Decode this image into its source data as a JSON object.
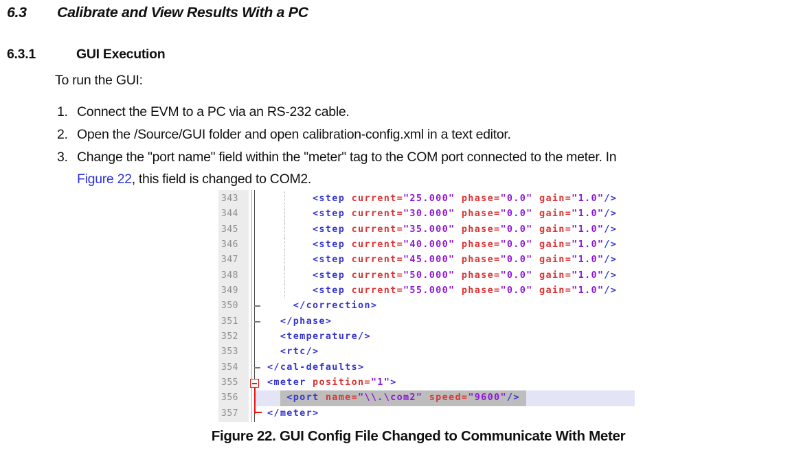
{
  "section": {
    "number": "6.3",
    "title": "Calibrate and View Results With a PC"
  },
  "subsection": {
    "number": "6.3.1",
    "title": "GUI Execution"
  },
  "intro": "To run the GUI:",
  "steps": [
    {
      "marker": "1.",
      "text": "Connect the EVM to a PC via an RS-232 cable."
    },
    {
      "marker": "2.",
      "text": "Open the /Source/GUI folder and open calibration-config.xml in a text editor."
    },
    {
      "marker": "3.",
      "line1": "Change the \"port name\" field within the \"meter\" tag to the COM port connected to the meter. In",
      "link": "Figure 22",
      "line2_after_link": ", this field is changed to COM2."
    }
  ],
  "caption": "Figure 22. GUI Config File Changed to Communicate With Meter",
  "editor": {
    "colors": {
      "tag": "#3535cf",
      "attr": "#dd3333",
      "val": "#8d17d6",
      "num": "#8f8f8f",
      "gutter": "#ececec",
      "cur": "#e4e4f7",
      "sel": "#bdbdbd",
      "red": "#ee1111",
      "tick": "#777777",
      "guide": "#b5b5b5",
      "bl": "#adadad",
      "bd": "#4f4f4f"
    },
    "lines": [
      {
        "n": "343",
        "i": 7,
        "guide": true,
        "t": [
          [
            "g",
            "<step"
          ],
          [
            "p",
            " "
          ],
          [
            "a",
            "current="
          ],
          [
            "v",
            "\"25.000\""
          ],
          [
            "p",
            " "
          ],
          [
            "a",
            "phase="
          ],
          [
            "v",
            "\"0.0\""
          ],
          [
            "p",
            " "
          ],
          [
            "a",
            "gain="
          ],
          [
            "v",
            "\"1.0\""
          ],
          [
            "g",
            "/>"
          ]
        ]
      },
      {
        "n": "344",
        "i": 7,
        "guide": true,
        "t": [
          [
            "g",
            "<step"
          ],
          [
            "p",
            " "
          ],
          [
            "a",
            "current="
          ],
          [
            "v",
            "\"30.000\""
          ],
          [
            "p",
            " "
          ],
          [
            "a",
            "phase="
          ],
          [
            "v",
            "\"0.0\""
          ],
          [
            "p",
            " "
          ],
          [
            "a",
            "gain="
          ],
          [
            "v",
            "\"1.0\""
          ],
          [
            "g",
            "/>"
          ]
        ]
      },
      {
        "n": "345",
        "i": 7,
        "guide": true,
        "t": [
          [
            "g",
            "<step"
          ],
          [
            "p",
            " "
          ],
          [
            "a",
            "current="
          ],
          [
            "v",
            "\"35.000\""
          ],
          [
            "p",
            " "
          ],
          [
            "a",
            "phase="
          ],
          [
            "v",
            "\"0.0\""
          ],
          [
            "p",
            " "
          ],
          [
            "a",
            "gain="
          ],
          [
            "v",
            "\"1.0\""
          ],
          [
            "g",
            "/>"
          ]
        ]
      },
      {
        "n": "346",
        "i": 7,
        "guide": true,
        "t": [
          [
            "g",
            "<step"
          ],
          [
            "p",
            " "
          ],
          [
            "a",
            "current="
          ],
          [
            "v",
            "\"40.000\""
          ],
          [
            "p",
            " "
          ],
          [
            "a",
            "phase="
          ],
          [
            "v",
            "\"0.0\""
          ],
          [
            "p",
            " "
          ],
          [
            "a",
            "gain="
          ],
          [
            "v",
            "\"1.0\""
          ],
          [
            "g",
            "/>"
          ]
        ]
      },
      {
        "n": "347",
        "i": 7,
        "guide": true,
        "t": [
          [
            "g",
            "<step"
          ],
          [
            "p",
            " "
          ],
          [
            "a",
            "current="
          ],
          [
            "v",
            "\"45.000\""
          ],
          [
            "p",
            " "
          ],
          [
            "a",
            "phase="
          ],
          [
            "v",
            "\"0.0\""
          ],
          [
            "p",
            " "
          ],
          [
            "a",
            "gain="
          ],
          [
            "v",
            "\"1.0\""
          ],
          [
            "g",
            "/>"
          ]
        ]
      },
      {
        "n": "348",
        "i": 7,
        "guide": true,
        "t": [
          [
            "g",
            "<step"
          ],
          [
            "p",
            " "
          ],
          [
            "a",
            "current="
          ],
          [
            "v",
            "\"50.000\""
          ],
          [
            "p",
            " "
          ],
          [
            "a",
            "phase="
          ],
          [
            "v",
            "\"0.0\""
          ],
          [
            "p",
            " "
          ],
          [
            "a",
            "gain="
          ],
          [
            "v",
            "\"1.0\""
          ],
          [
            "g",
            "/>"
          ]
        ]
      },
      {
        "n": "349",
        "i": 7,
        "guide": true,
        "t": [
          [
            "g",
            "<step"
          ],
          [
            "p",
            " "
          ],
          [
            "a",
            "current="
          ],
          [
            "v",
            "\"55.000\""
          ],
          [
            "p",
            " "
          ],
          [
            "a",
            "phase="
          ],
          [
            "v",
            "\"0.0\""
          ],
          [
            "p",
            " "
          ],
          [
            "a",
            "gain="
          ],
          [
            "v",
            "\"1.0\""
          ],
          [
            "g",
            "/>"
          ]
        ]
      },
      {
        "n": "350",
        "i": 4,
        "m": "tick",
        "t": [
          [
            "g",
            "</correction>"
          ]
        ]
      },
      {
        "n": "351",
        "i": 2,
        "m": "tick",
        "t": [
          [
            "g",
            "</phase>"
          ]
        ]
      },
      {
        "n": "352",
        "i": 2,
        "t": [
          [
            "g",
            "<temperature/>"
          ]
        ]
      },
      {
        "n": "353",
        "i": 2,
        "t": [
          [
            "g",
            "<rtc/>"
          ]
        ]
      },
      {
        "n": "354",
        "i": 0,
        "m": "tick",
        "t": [
          [
            "g",
            "</cal-defaults>"
          ]
        ]
      },
      {
        "n": "355",
        "i": 0,
        "m": "box",
        "t": [
          [
            "g",
            "<meter"
          ],
          [
            "p",
            " "
          ],
          [
            "a",
            "position="
          ],
          [
            "v",
            "\"1\""
          ],
          [
            "g",
            ">"
          ]
        ]
      },
      {
        "n": "356",
        "i": 3,
        "m": "vline",
        "cur": true,
        "sel": [
          2,
          38
        ],
        "t": [
          [
            "g",
            "<port"
          ],
          [
            "p",
            " "
          ],
          [
            "a",
            "name="
          ],
          [
            "v",
            "\"\\\\.\\com2\""
          ],
          [
            "p",
            " "
          ],
          [
            "a",
            "speed="
          ],
          [
            "v",
            "\"9600\""
          ],
          [
            "g",
            "/>"
          ]
        ]
      },
      {
        "n": "357",
        "i": 0,
        "m": "end",
        "t": [
          [
            "g",
            "</meter>"
          ]
        ]
      }
    ]
  }
}
